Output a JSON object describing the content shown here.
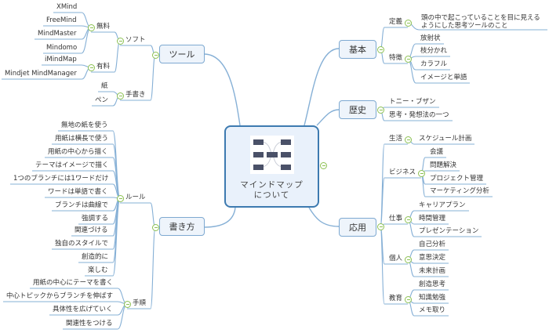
{
  "central": {
    "title_line1": "マインドマップ",
    "title_line2": "について"
  },
  "topics": {
    "tool": {
      "label": "ツール",
      "children": [
        {
          "label": "ソフト",
          "children": [
            {
              "label": "無料",
              "children": [
                {
                  "label": "XMind"
                },
                {
                  "label": "FreeMind"
                },
                {
                  "label": "MindMaster"
                },
                {
                  "label": "Mindomo"
                }
              ]
            },
            {
              "label": "有料",
              "children": [
                {
                  "label": "iMindMap"
                },
                {
                  "label": "Mindjet MindManager"
                }
              ]
            }
          ]
        },
        {
          "label": "手書き",
          "children": [
            {
              "label": "紙"
            },
            {
              "label": "ペン"
            }
          ]
        }
      ]
    },
    "write": {
      "label": "書き方",
      "children": [
        {
          "label": "ルール",
          "children": [
            {
              "label": "無地の紙を使う"
            },
            {
              "label": "用紙は横長で使う"
            },
            {
              "label": "用紙の中心から描く"
            },
            {
              "label": "テーマはイメージで描く"
            },
            {
              "label": "1つのブランチには1ワードだけ"
            },
            {
              "label": "ワードは単語で書く"
            },
            {
              "label": "ブランチは曲線で"
            },
            {
              "label": "強調する"
            },
            {
              "label": "関連づける"
            },
            {
              "label": "独自のスタイルで"
            },
            {
              "label": "創造的に"
            },
            {
              "label": "楽しむ"
            }
          ]
        },
        {
          "label": "手順",
          "children": [
            {
              "label": "用紙の中心にテーマを書く"
            },
            {
              "label": "中心トピックからブランチを伸ばす"
            },
            {
              "label": "具体性を広げていく"
            },
            {
              "label": "関連性をつける"
            }
          ]
        }
      ]
    },
    "basic": {
      "label": "基本",
      "children": [
        {
          "label": "定義",
          "definition_line1": "頭の中で起こっていることを目に見える",
          "definition_line2": "ようにした思考ツールのこと"
        },
        {
          "label": "特徴",
          "children": [
            {
              "label": "放射状"
            },
            {
              "label": "枝分かれ"
            },
            {
              "label": "カラフル"
            },
            {
              "label": "イメージと単語"
            }
          ]
        }
      ]
    },
    "history": {
      "label": "歴史",
      "children": [
        {
          "label": "トニー・ブザン"
        },
        {
          "label": "思考・発想法の一つ"
        }
      ]
    },
    "apply": {
      "label": "応用",
      "children": [
        {
          "label": "生活",
          "children": [
            {
              "label": "スケジュール計画"
            }
          ]
        },
        {
          "label": "ビジネス",
          "children": [
            {
              "label": "会議"
            },
            {
              "label": "問題解決"
            },
            {
              "label": "プロジェクト管理"
            },
            {
              "label": "マーケティング分析"
            }
          ]
        },
        {
          "label": "仕事",
          "children": [
            {
              "label": "キャリアプラン"
            },
            {
              "label": "時間管理"
            },
            {
              "label": "プレゼンテーション"
            }
          ]
        },
        {
          "label": "個人",
          "children": [
            {
              "label": "自己分析"
            },
            {
              "label": "意思決定"
            },
            {
              "label": "未来計画"
            }
          ]
        },
        {
          "label": "教育",
          "children": [
            {
              "label": "創造思考"
            },
            {
              "label": "知識勉強"
            },
            {
              "label": "メモ取り"
            }
          ]
        }
      ]
    }
  },
  "colors": {
    "line": "#86b0d6",
    "box_border": "#7ea9d1",
    "central_border": "#3d7ab0",
    "collapse": "#8cc152",
    "icon": "#4a5168"
  }
}
